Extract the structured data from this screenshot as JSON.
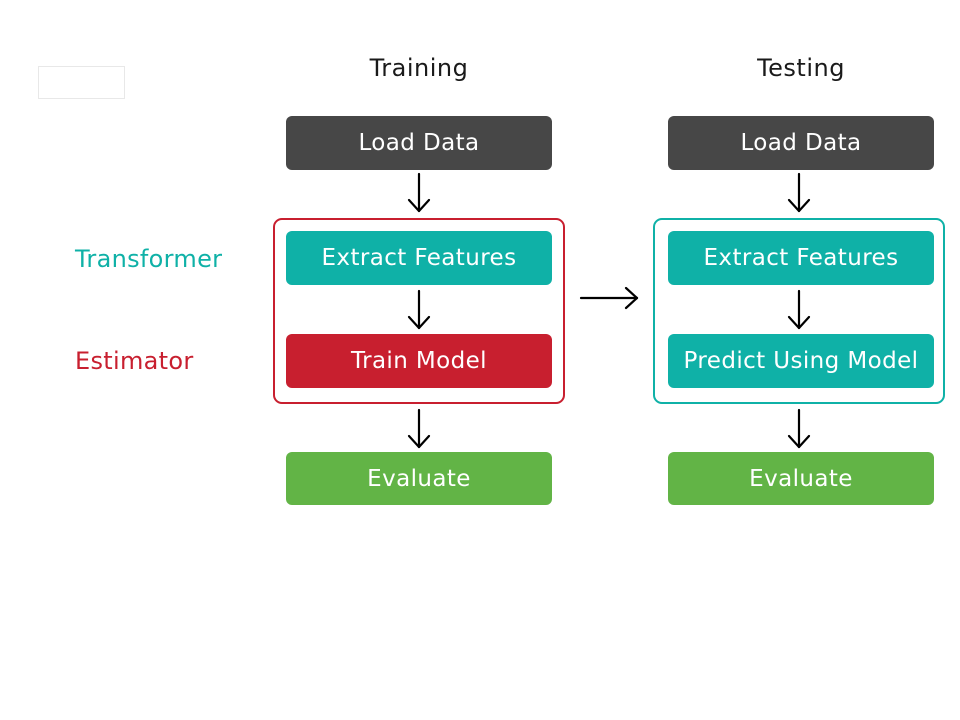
{
  "colors": {
    "load": "#474747",
    "transformer": "#0fb1a7",
    "estimator": "#c81f2f",
    "evaluate": "#62b446",
    "arrow": "#000000"
  },
  "columns": {
    "training": {
      "title": "Training",
      "load": "Load Data",
      "extract": "Extract Features",
      "model": "Train Model",
      "evaluate": "Evaluate"
    },
    "testing": {
      "title": "Testing",
      "load": "Load Data",
      "extract": "Extract Features",
      "model": "Predict Using Model",
      "evaluate": "Evaluate"
    }
  },
  "legend": {
    "transformer": "Transformer",
    "estimator": "Estimator"
  }
}
